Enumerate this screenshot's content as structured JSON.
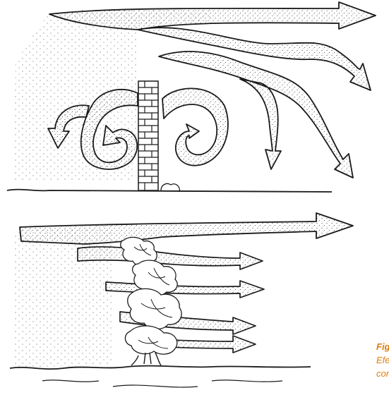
{
  "caption": {
    "label": "Figu",
    "line1": "Efec",
    "line2": "cort"
  },
  "colors": {
    "ink": "#1a1a1a",
    "caption_accent": "#e07d10",
    "background": "#ffffff"
  },
  "panels": [
    {
      "id": "dense-barrier",
      "description_icon": "windbreak-without-porosity"
    },
    {
      "id": "porous-trees",
      "description_icon": "windbreak-of-trees"
    }
  ]
}
